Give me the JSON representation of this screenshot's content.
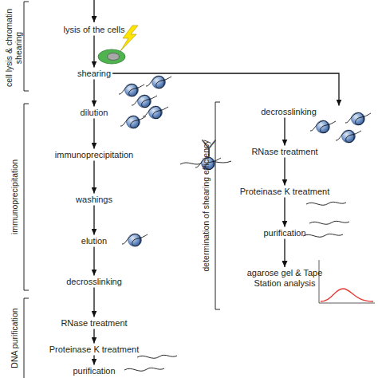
{
  "diagram": {
    "nodes": [
      {
        "text": [
          "lysis of the cells"
        ]
      },
      {
        "text": [
          "shearing"
        ]
      },
      {
        "text": [
          "dilution"
        ]
      },
      {
        "text": [
          "immunoprecipitation"
        ]
      },
      {
        "text": [
          "washings"
        ]
      },
      {
        "text": [
          "elution"
        ]
      },
      {
        "text": [
          "decrosslinking"
        ]
      },
      {
        "text": [
          "RNase treatment"
        ]
      },
      {
        "text": [
          "Proteinase K treatment"
        ]
      },
      {
        "text": [
          "purification"
        ]
      },
      {
        "text": [
          "decrosslinking"
        ]
      },
      {
        "text": [
          "RNase treatment"
        ]
      },
      {
        "text": [
          "Proteinase K treatment"
        ]
      },
      {
        "text": [
          "purification"
        ]
      },
      {
        "text": [
          "agarose gel & Tape Station analysis"
        ]
      }
    ],
    "edges": [
      {
        "from": 0,
        "to": 1,
        "arrow": "to"
      },
      {
        "from": 1,
        "to": 2,
        "arrow": "to"
      },
      {
        "from": 2,
        "to": 3,
        "arrow": "to"
      },
      {
        "from": 3,
        "to": 4,
        "arrow": "to"
      },
      {
        "from": 4,
        "to": 5,
        "arrow": "to"
      },
      {
        "from": 5,
        "to": 6,
        "arrow": "to"
      },
      {
        "from": 6,
        "to": 7,
        "arrow": "to"
      },
      {
        "from": 7,
        "to": 8,
        "arrow": "to"
      },
      {
        "from": 8,
        "to": 9,
        "arrow": "to"
      },
      {
        "from": 1,
        "to": 10,
        "arrow": "to"
      },
      {
        "from": 10,
        "to": 11,
        "arrow": "to"
      },
      {
        "from": 11,
        "to": 12,
        "arrow": "to"
      },
      {
        "from": 12,
        "to": 13,
        "arrow": "to"
      },
      {
        "from": 13,
        "to": 14,
        "arrow": "to"
      }
    ],
    "labels": [
      "cell lysis & chromatin shearing",
      "immunoprecipitation",
      "DNA purification",
      "determination of shearing efficiency"
    ]
  }
}
